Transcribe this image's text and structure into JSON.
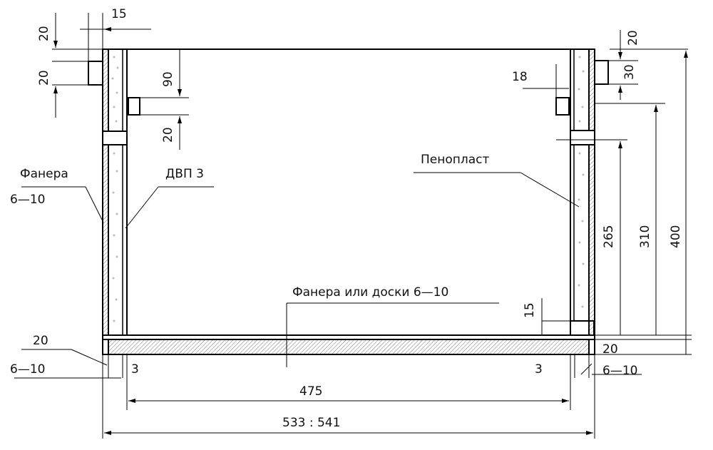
{
  "labels": {
    "plywood": "Фанера",
    "plywood_thickness": "6—10",
    "fiberboard": "ДВП 3",
    "foam": "Пенопласт",
    "floor": "Фанера или доски 6—10"
  },
  "dimensions": {
    "top_left_width": "15",
    "top_left_offset": "20",
    "top_left_block": "20",
    "inner_offset": "90",
    "inner_block": "20",
    "right_inner_block": "18",
    "right_top_offset": "20",
    "right_top_block": "30",
    "height_265": "265",
    "height_310": "310",
    "height_400": "400",
    "bottom_15": "15",
    "bottom_left_20": "20",
    "bottom_left_ply": "6—10",
    "gap_left": "3",
    "gap_right": "3",
    "bottom_right_20": "20",
    "bottom_right_ply": "6—10",
    "inner_width": "475",
    "outer_width": "533 : 541"
  }
}
